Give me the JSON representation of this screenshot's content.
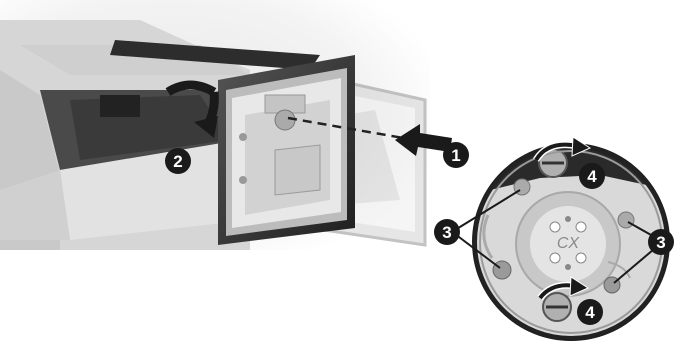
{
  "diagram": {
    "callouts": [
      "1",
      "2",
      "3",
      "4"
    ],
    "zoom_label": "CX"
  },
  "colors": {
    "background": "#ffffff",
    "callout_fill": "#1a1a1a",
    "callout_text": "#ffffff",
    "plate_fill": "#dcdcdc",
    "arrow_fill": "#1a1a1a",
    "frame_dark": "#2e2e2e"
  }
}
